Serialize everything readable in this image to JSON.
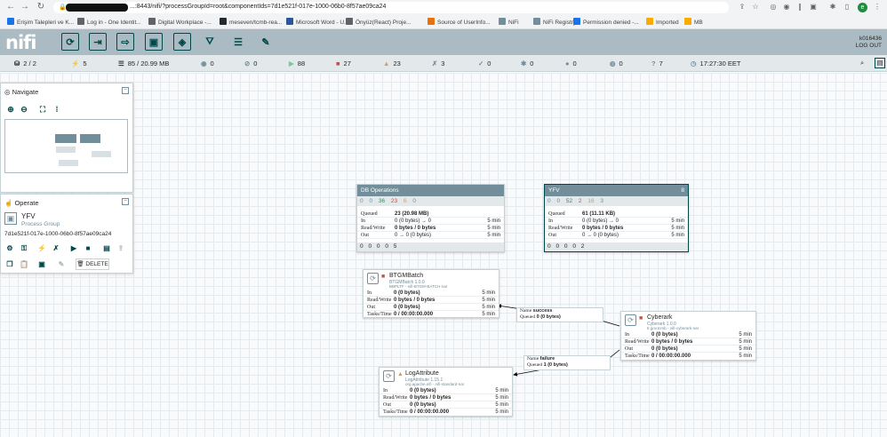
{
  "browser": {
    "url": "...:8443/nifi/?processGroupId=root&componentIds=7d1e521f-017e-1000-06b0-8f57ae09ca24",
    "avatar_letter": "e",
    "bookmarks": [
      {
        "label": "Erişim Talepleri ve K...",
        "color": "#1a73e8"
      },
      {
        "label": "Log in - One Identit...",
        "color": "#5f6368"
      },
      {
        "label": "Digital Workplace -...",
        "color": "#5f6368"
      },
      {
        "label": "meseven/tcmb-rea...",
        "color": "#24292e"
      },
      {
        "label": "Microsoft Word - U...",
        "color": "#2b579a"
      },
      {
        "label": "Önyüz(React) Proje...",
        "color": "#5f6368"
      },
      {
        "label": "Source of UserInfo...",
        "color": "#e8710a"
      },
      {
        "label": "NiFi",
        "color": "#728e9b"
      },
      {
        "label": "NiFi Registry",
        "color": "#728e9b"
      },
      {
        "label": "Permission denied -...",
        "color": "#1a73e8"
      },
      {
        "label": "Imported",
        "color": "#f9ab00"
      },
      {
        "label": "MB",
        "color": "#f9ab00"
      }
    ]
  },
  "header": {
    "logo": "nifi",
    "username": "k016436",
    "logout": "LOG OUT"
  },
  "status": {
    "cluster": "2 / 2",
    "threads": "5",
    "queued": "85 / 20.99 MB",
    "transmitting": "0",
    "not_transmitting": "0",
    "running": "88",
    "stopped": "27",
    "invalid": "23",
    "disabled": "3",
    "up_to_date": "0",
    "locally_modified": "0",
    "stale": "0",
    "modified_stale": "0",
    "sync_failure": "7",
    "refreshed": "17:27:30 EET"
  },
  "navigate": {
    "title": "Navigate"
  },
  "operate": {
    "title": "Operate",
    "name": "YFV",
    "type": "Process Group",
    "id": "7d1e521f-017e-1000-06b0-8f57ae09ca24",
    "delete_label": "DELETE"
  },
  "groups": {
    "db": {
      "name": "DB Operations",
      "counts": [
        "0",
        "0",
        "36",
        "23",
        "6",
        "0"
      ],
      "queued_label": "Queued",
      "queued": "23 (20.98 MB)",
      "in_label": "In",
      "in": "0 (0 bytes) → 0",
      "in_time": "5 min",
      "rw_label": "Read/Write",
      "rw": "0 bytes / 0 bytes",
      "rw_time": "5 min",
      "out_label": "Out",
      "out": "0 → 0 (0 bytes)",
      "out_time": "5 min",
      "footer": [
        "0",
        "0",
        "0",
        "0",
        "5"
      ]
    },
    "yfv": {
      "name": "YFV",
      "badge": "8",
      "counts": [
        "0",
        "0",
        "52",
        "2",
        "16",
        "3"
      ],
      "queued_label": "Queued",
      "queued": "61 (11.11 KB)",
      "in_label": "In",
      "in": "0 (0 bytes) → 0",
      "in_time": "5 min",
      "rw_label": "Read/Write",
      "rw": "0 bytes / 0 bytes",
      "rw_time": "5 min",
      "out_label": "Out",
      "out": "0 → 0 (0 bytes)",
      "out_time": "5 min",
      "footer": [
        "0",
        "0",
        "0",
        "0",
        "2"
      ]
    }
  },
  "processors": {
    "btgm": {
      "name": "BTGMBatch",
      "type": "BTGMBatch 1.0.0",
      "bundle": "BBPLTF - nifi-BTGM-BATCH-nar",
      "in_label": "In",
      "in": "0 (0 bytes)",
      "in_time": "5 min",
      "rw_label": "Read/Write",
      "rw": "0 bytes / 0 bytes",
      "rw_time": "5 min",
      "out_label": "Out",
      "out": "0 (0 bytes)",
      "out_time": "5 min",
      "tasks_label": "Tasks/Time",
      "tasks": "0 / 00:00:00.000",
      "tasks_time": "5 min"
    },
    "cyberark": {
      "name": "Cyberark",
      "type": "Cyberark 1.0.0",
      "bundle": "tr.gov.tcmb - nifi-cyberark-nar",
      "in_label": "In",
      "in": "0 (0 bytes)",
      "in_time": "5 min",
      "rw_label": "Read/Write",
      "rw": "0 bytes / 0 bytes",
      "rw_time": "5 min",
      "out_label": "Out",
      "out": "0 (0 bytes)",
      "out_time": "5 min",
      "tasks_label": "Tasks/Time",
      "tasks": "0 / 00:00:00.000",
      "tasks_time": "5 min"
    },
    "log": {
      "name": "LogAttribute",
      "type": "LogAttribute 1.15.1",
      "bundle": "org.apache.nifi - nifi-standard-nar",
      "in_label": "In",
      "in": "0 (0 bytes)",
      "in_time": "5 min",
      "rw_label": "Read/Write",
      "rw": "0 bytes / 0 bytes",
      "rw_time": "5 min",
      "out_label": "Out",
      "out": "0 (0 bytes)",
      "out_time": "5 min",
      "tasks_label": "Tasks/Time",
      "tasks": "0 / 00:00:00.000",
      "tasks_time": "5 min"
    }
  },
  "connections": {
    "success": {
      "name_label": "Name",
      "name": "success",
      "queued_label": "Queued",
      "queued": "0 (0 bytes)"
    },
    "failure": {
      "name_label": "Name",
      "name": "failure",
      "queued_label": "Queued",
      "queued": "1 (0 bytes)"
    }
  },
  "colors": {
    "accent": "#004849",
    "header": "#aabbc3",
    "stopped": "#ba554a",
    "running": "#7dc7a0",
    "invalid": "#cf9f5d"
  }
}
